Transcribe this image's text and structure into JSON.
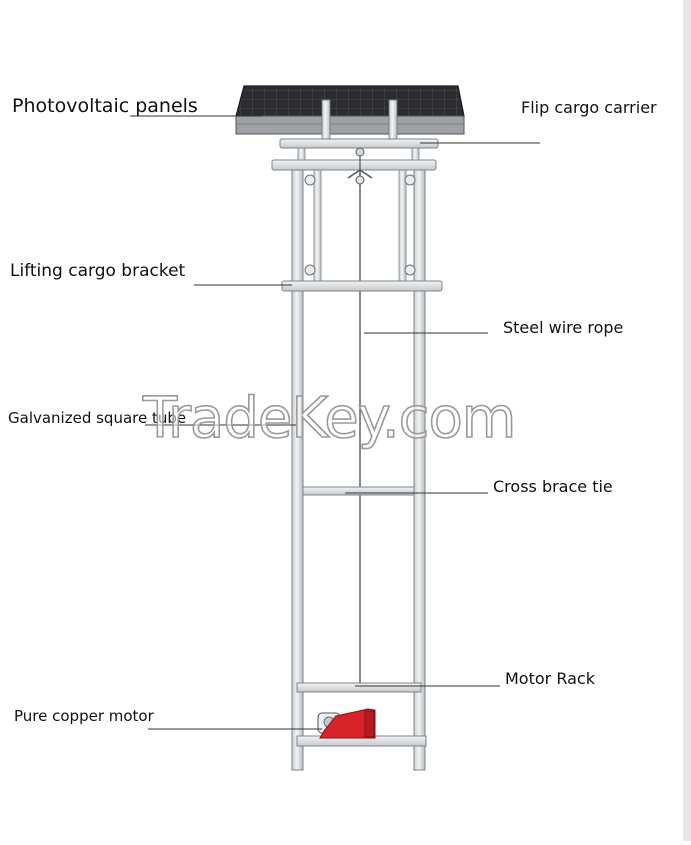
{
  "labels": {
    "photovoltaic_panels": "Photovoltaic panels",
    "flip_cargo_carrier": "Flip cargo carrier",
    "lifting_cargo_bracket": "Lifting cargo bracket",
    "steel_wire_rope": "Steel wire rope",
    "galvanized_square_tube": "Galvanized square tube",
    "cross_brace_tie": "Cross brace tie",
    "motor_rack": "Motor Rack",
    "pure_copper_motor": "Pure copper motor"
  },
  "watermark": "TradeKey.com",
  "colors": {
    "frame": "#d9dde0",
    "frame_outline": "#7d8387",
    "panel": "#2f3033",
    "motor": "#d8232a",
    "leader": "#333333"
  }
}
